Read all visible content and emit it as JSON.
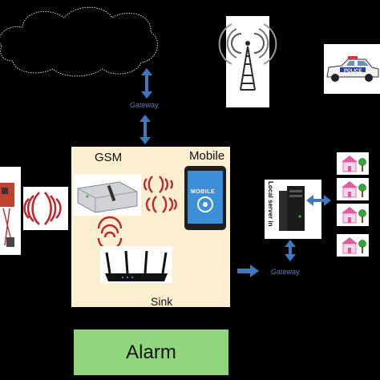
{
  "labels": {
    "gateway_top": "Gateway",
    "gateway_right": "Gateway",
    "gsm": "GSM",
    "mobile": "Mobile",
    "mobile_screen": "MOBILE",
    "sink": "Sink",
    "server": "Local server in",
    "alarm": "Alarm",
    "police": "POLICE"
  },
  "colors": {
    "background": "#000000",
    "sink_panel": "#fbefcf",
    "alarm": "#8fd67e",
    "arrow": "#3d78c0",
    "signal": "#c0282d",
    "house_roof": "#e05aa0",
    "house_tree": "#36a13c"
  },
  "icons": [
    "cloud-icon",
    "radio-tower-icon",
    "police-car-icon",
    "sensor-board-icon",
    "gsm-modem-icon",
    "mobile-phone-icon",
    "wifi-router-icon",
    "server-icon",
    "house-icon"
  ]
}
